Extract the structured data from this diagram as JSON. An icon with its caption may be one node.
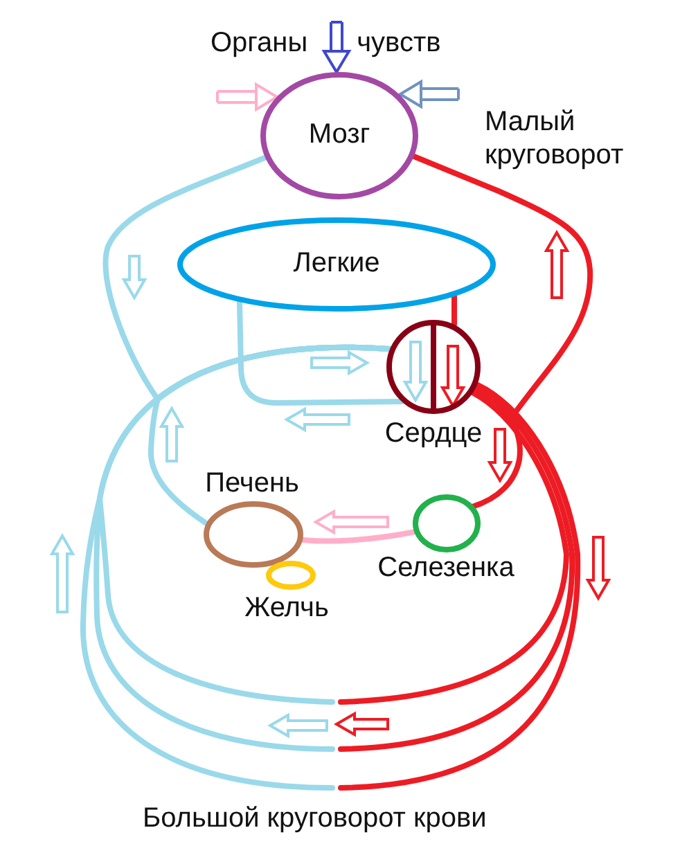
{
  "diagram": {
    "nodes": [
      {
        "text": [
          "Органы чувств"
        ]
      },
      {
        "text": [
          "Мозг"
        ]
      },
      {
        "text": [
          "Легкие"
        ]
      },
      {
        "text": [
          "Сердце"
        ]
      },
      {
        "text": [
          "Печень"
        ]
      },
      {
        "text": [
          "Селезенка"
        ]
      },
      {
        "text": [
          "Желчь"
        ]
      }
    ],
    "edges": [
      {
        "from": 0,
        "to": 1,
        "arrow": "to",
        "color": "#3f48cc"
      },
      {
        "from": null,
        "to": 1,
        "arrow": "to",
        "color": "#ffaec9"
      },
      {
        "from": null,
        "to": 1,
        "arrow": "to",
        "color": "#7092be"
      },
      {
        "from": 3,
        "to": 1,
        "arrow": "none",
        "color": "#ed1c24"
      },
      {
        "from": 1,
        "to": 3,
        "arrow": "none",
        "color": "#99d9ea"
      },
      {
        "from": 2,
        "to": 3,
        "arrow": "none",
        "color": "#ed1c24"
      },
      {
        "from": 3,
        "to": 2,
        "arrow": "none",
        "color": "#99d9ea"
      },
      {
        "from": 3,
        "to": 5,
        "arrow": "none",
        "color": "#ed1c24"
      },
      {
        "from": 5,
        "to": 4,
        "arrow": "none",
        "color": "#ffaec9"
      },
      {
        "from": 4,
        "to": 3,
        "arrow": "none",
        "color": "#99d9ea"
      },
      {
        "from": 3,
        "to": null,
        "arrow": "none",
        "color": "#ed1c24"
      },
      {
        "from": 3,
        "to": null,
        "arrow": "none",
        "color": "#ed1c24"
      },
      {
        "from": 3,
        "to": null,
        "arrow": "none",
        "color": "#ed1c24"
      },
      {
        "from": null,
        "to": 3,
        "arrow": "none",
        "color": "#99d9ea"
      },
      {
        "from": null,
        "to": 3,
        "arrow": "none",
        "color": "#99d9ea"
      },
      {
        "from": null,
        "to": 3,
        "arrow": "none",
        "color": "#99d9ea"
      }
    ],
    "labels": [
      "Малый круговорот",
      "Большой круговорот крови"
    ]
  }
}
